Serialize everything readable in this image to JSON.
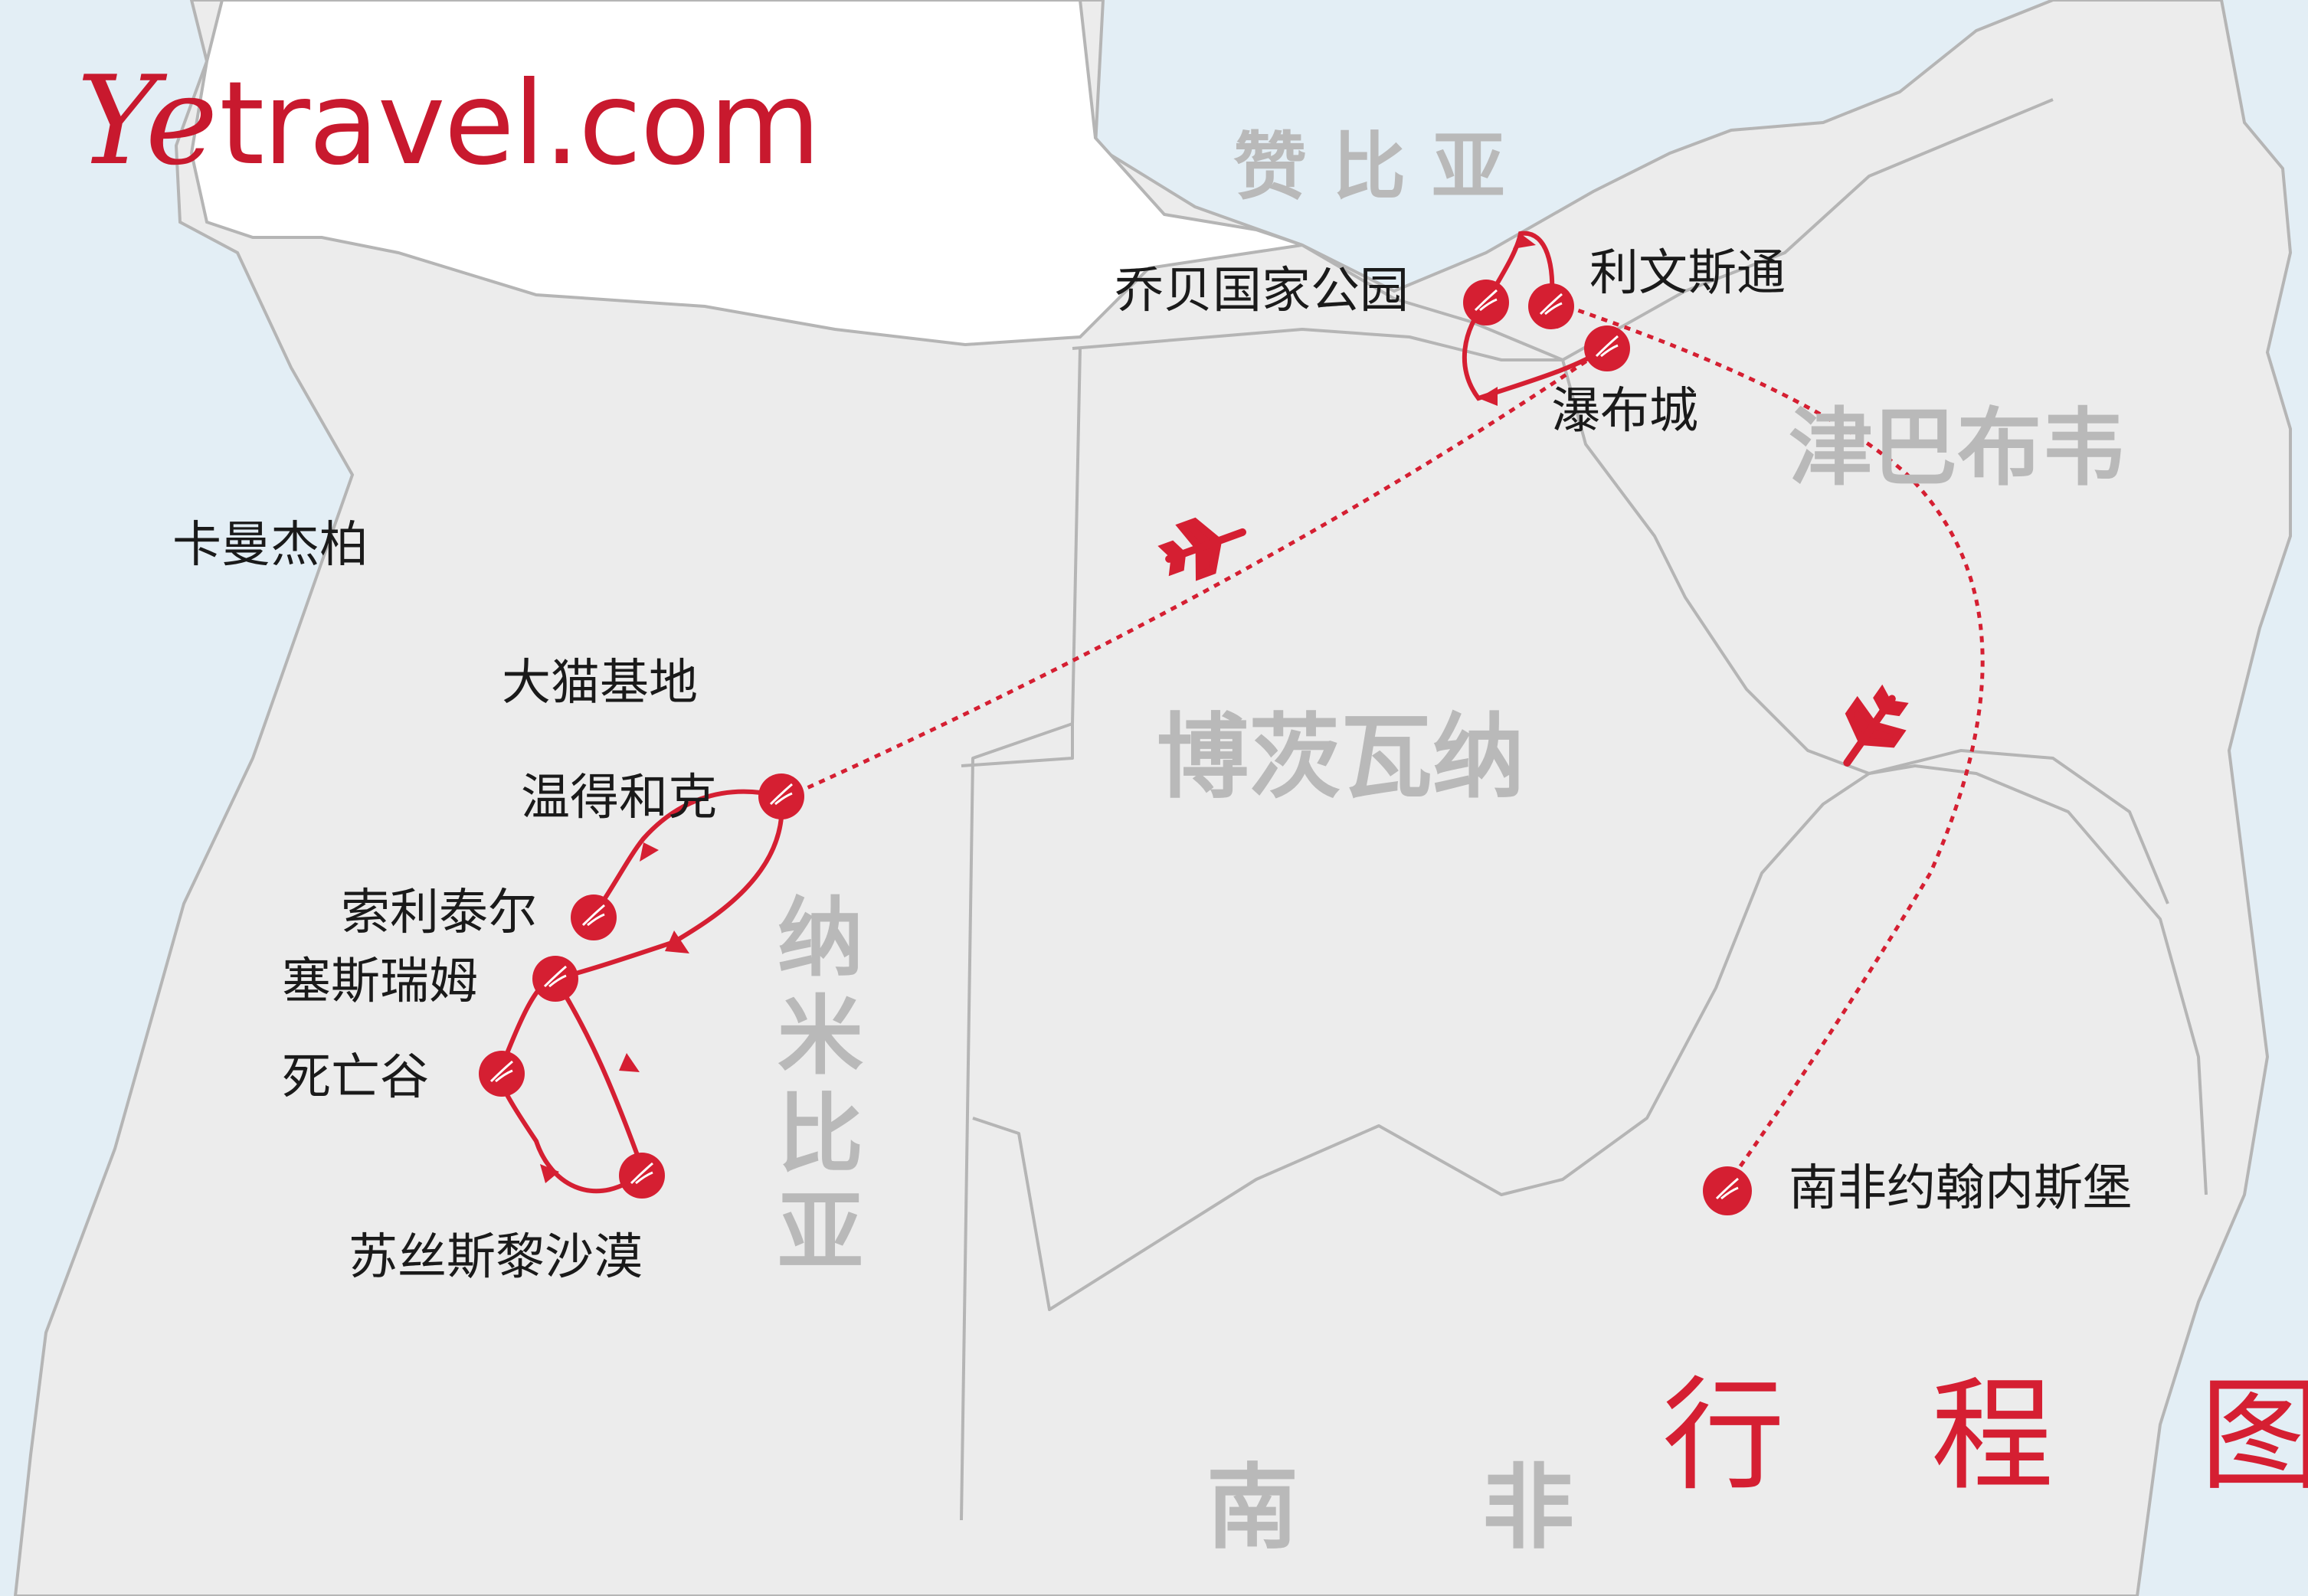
{
  "brand": {
    "logo_ye": "Ye",
    "logo_rest": "travel.com"
  },
  "map_title": "行 程 图",
  "countries": {
    "zambia": "赞 比 亚",
    "zimbabwe": "津巴布韦",
    "botswana": "博茨瓦纳",
    "namibia": "纳米比亚",
    "south_africa": "南　　非"
  },
  "places": {
    "kaokoland": "卡曼杰柏",
    "okonjima": "大猫基地",
    "windhoek": "温得和克",
    "solitaire": "索利泰尔",
    "sesriem": "塞斯瑞姆",
    "deadvlei": "死亡谷",
    "sossusvlei": "苏丝斯黎沙漠",
    "chobe": "乔贝国家公园",
    "livingstone": "利文斯通",
    "victoria_falls": "瀑布城",
    "johannesburg": "南非约翰内斯堡"
  },
  "icons": {
    "route_marker": "pin-marker-icon",
    "flight": "airplane-icon"
  },
  "colors": {
    "sea": "#e3eef5",
    "land": "#ececec",
    "border": "#b5b5b5",
    "route": "#d51f32",
    "northern_land": "#ffffff"
  }
}
